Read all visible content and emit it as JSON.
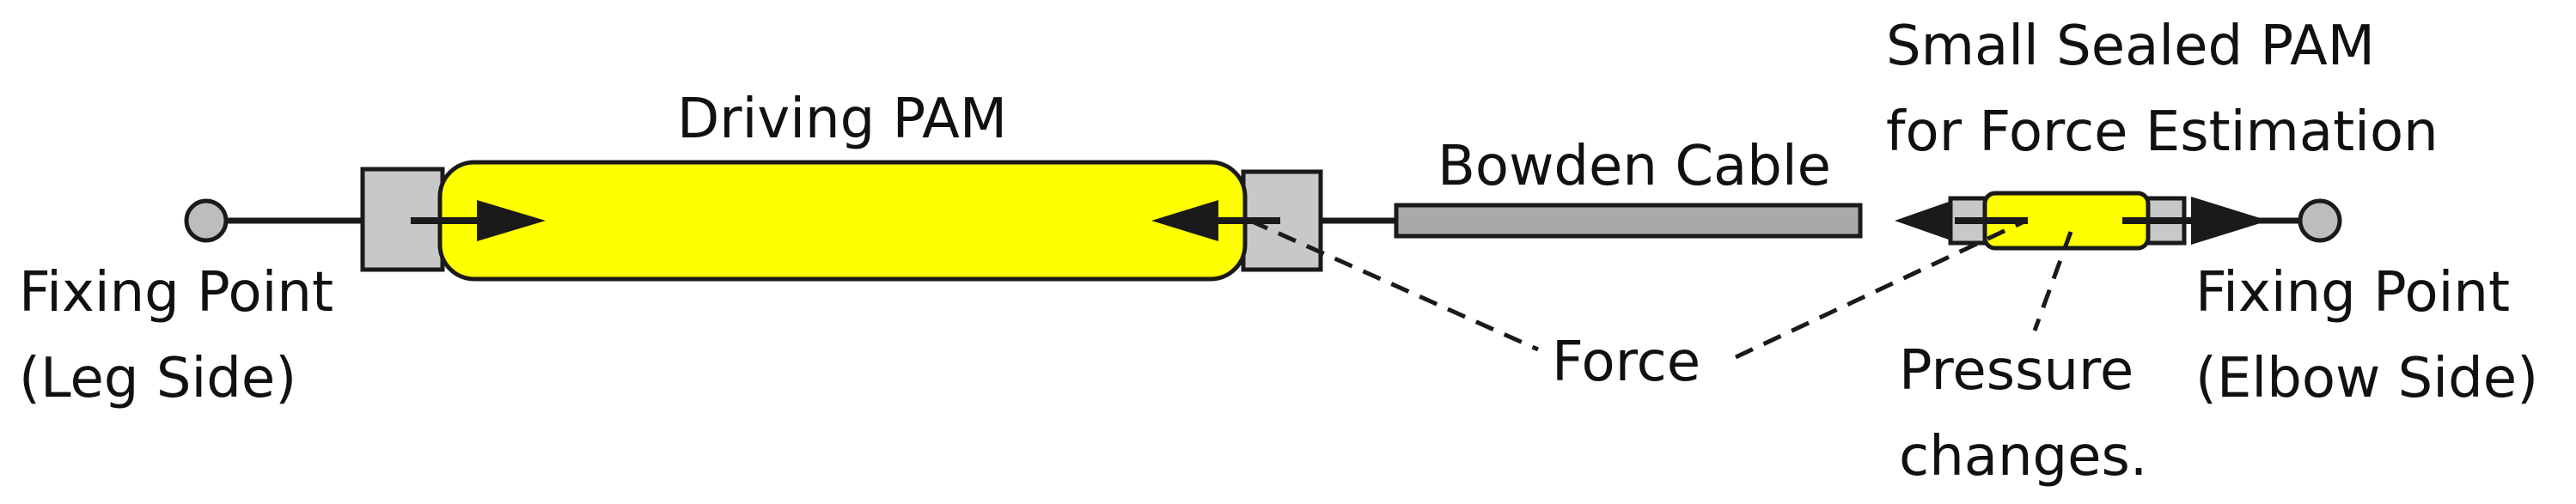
{
  "labels": {
    "driving_pam": "Driving PAM",
    "bowden_cable": "Bowden Cable",
    "small_pam_line1": "Small Sealed PAM",
    "small_pam_line2": "for Force Estimation",
    "fix_left_line1": "Fixing Point",
    "fix_left_line2": "(Leg Side)",
    "fix_right_line1": "Fixing Point",
    "fix_right_line2": "(Elbow Side)",
    "force": "Force",
    "pressure_line1": "Pressure",
    "pressure_line2": "changes."
  },
  "colors": {
    "pam_fill": "#ffff00",
    "end_cap_fill": "#c8c8c8",
    "cable_fill": "#a9a9a9",
    "fixing_point_fill": "#bdbdbd",
    "stroke": "#1a1a1a"
  }
}
